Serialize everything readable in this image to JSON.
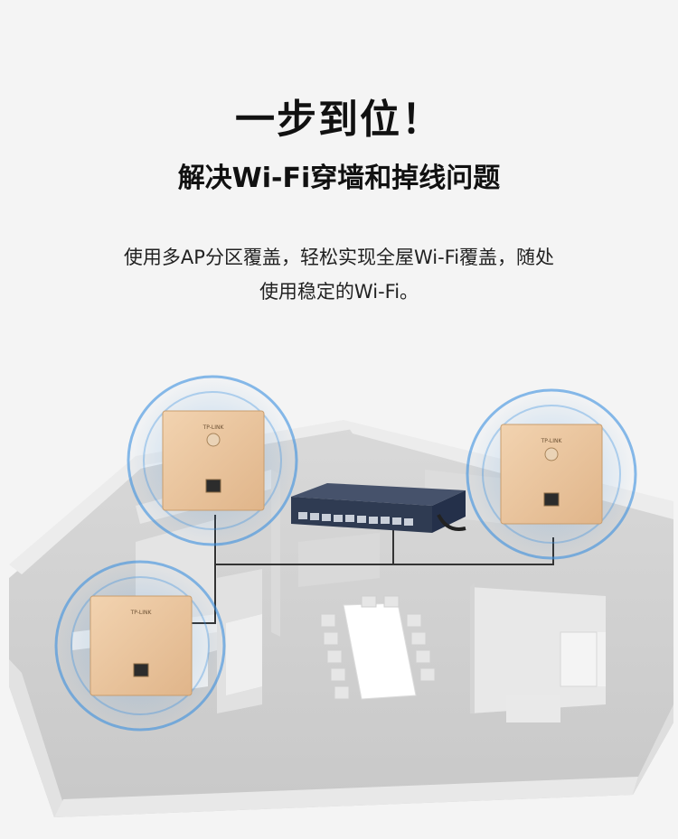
{
  "headline": "一步到位！",
  "subheadline": "解决Wi-Fi穿墙和掉线问题",
  "description": {
    "line1": "使用多AP分区覆盖，轻松实现全屋Wi-Fi覆盖，随处",
    "line2": "使用稳定的Wi-Fi。"
  },
  "ap_brand": "TP-LINK",
  "colors": {
    "coverage_ring": "#3a8fe0",
    "ap_panel": "#e9c39a",
    "switch_body": "#2f3b52",
    "wall": "#e3e3e3",
    "floor": "#cfcfcf"
  }
}
